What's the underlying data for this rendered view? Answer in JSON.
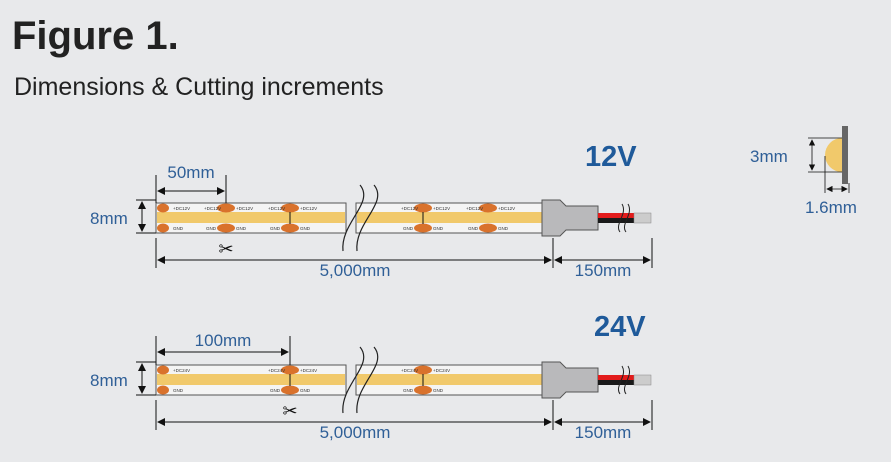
{
  "header": {
    "title": "Figure 1.",
    "subtitle": "Dimensions & Cutting increments"
  },
  "colors": {
    "accent": "#1f5a9a",
    "dimension_text": "#2f5f97",
    "led_strip": "#f1c96b",
    "pad": "#d9722c",
    "wire_red": "#e21b1b",
    "wire_black": "#1a1a1a"
  },
  "strips": [
    {
      "voltage": "12V",
      "width": "8mm",
      "cut_increment": "50mm",
      "length": "5,000mm",
      "lead_length": "150mm",
      "pad_label_positive": "+DC12V",
      "pad_label_ground": "GND"
    },
    {
      "voltage": "24V",
      "width": "8mm",
      "cut_increment": "100mm",
      "length": "5,000mm",
      "lead_length": "150mm",
      "pad_label_positive": "+DC24V",
      "pad_label_ground": "GND"
    }
  ],
  "profile": {
    "height": "3mm",
    "depth": "1.6mm"
  },
  "icons": [
    "scissors-icon"
  ]
}
